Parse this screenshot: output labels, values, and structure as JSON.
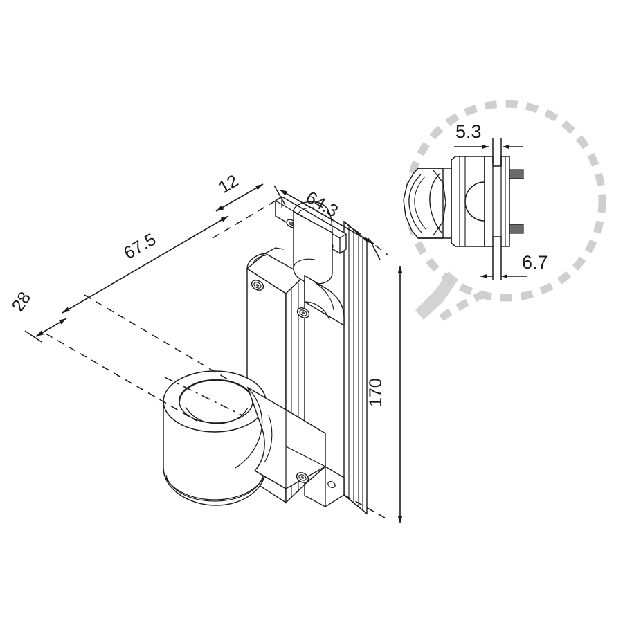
{
  "drawing": {
    "type": "technical-isometric-drawing",
    "subject": "wall-mount bracket assembly with cylindrical hub",
    "background_color": "#ffffff",
    "line_color": "#1a1a1a",
    "detail_circle_color": "#cfcfcf",
    "units_note": "",
    "title": ""
  },
  "dimensions": {
    "main": [
      {
        "id": "dim-67-5",
        "label": "67.5",
        "orientation": "diagonal-up-right",
        "rotation": -30
      },
      {
        "id": "dim-12",
        "label": "12",
        "orientation": "diagonal-up-right",
        "rotation": -30
      },
      {
        "id": "dim-28",
        "label": "28",
        "orientation": "diagonal-down-left",
        "rotation": -55
      },
      {
        "id": "dim-64-3",
        "label": "64.3",
        "orientation": "diagonal-up-right",
        "rotation": -30
      },
      {
        "id": "dim-170",
        "label": "170",
        "orientation": "vertical",
        "rotation": -90
      }
    ],
    "detail": [
      {
        "id": "dim-5-3",
        "label": "5.3",
        "orientation": "horizontal",
        "rotation": 0
      },
      {
        "id": "dim-6-7",
        "label": "6.7",
        "orientation": "horizontal",
        "rotation": 0
      }
    ]
  },
  "views": {
    "main_view": {
      "name": "isometric-assembly-view"
    },
    "detail_view": {
      "name": "detail-callout-side-profile"
    }
  }
}
